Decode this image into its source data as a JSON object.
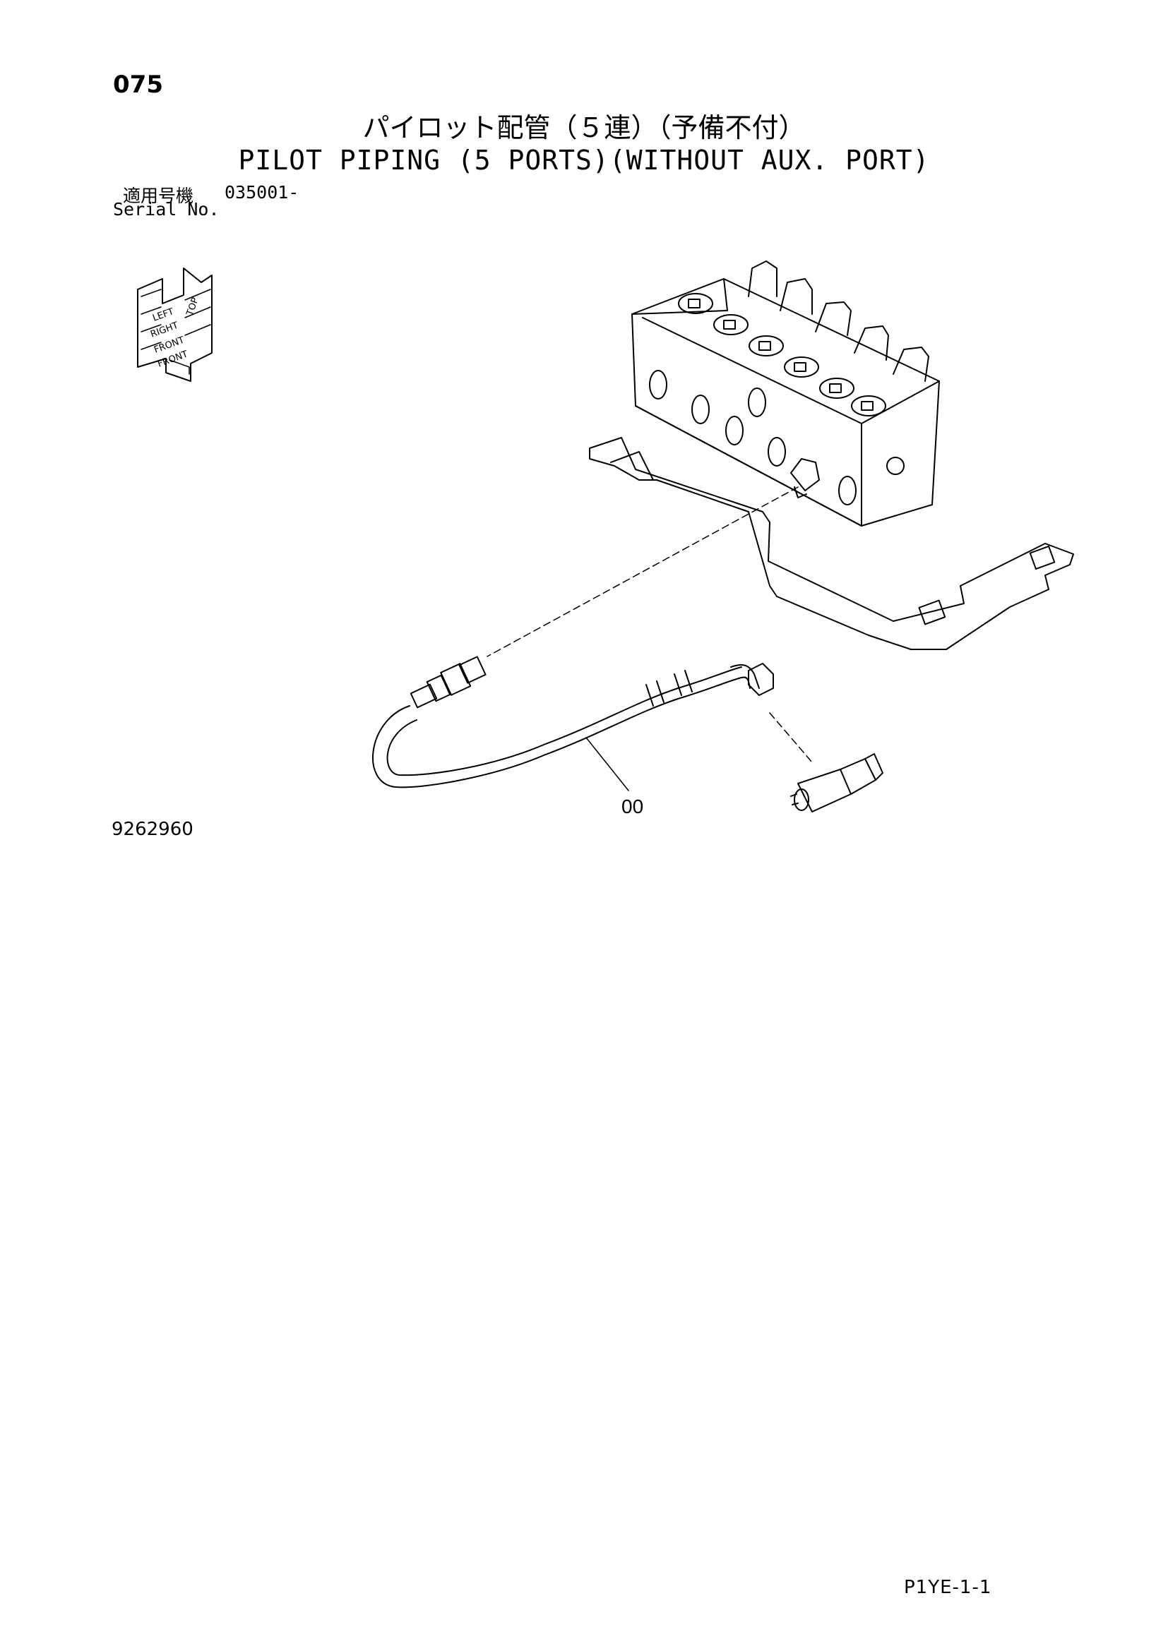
{
  "header": {
    "page_number": "075",
    "title_jp": "パイロット配管（５連）（予備不付）",
    "title_en": "PILOT PIPING (5 PORTS)(WITHOUT AUX. PORT)"
  },
  "serial": {
    "label_jp": "適用号機",
    "value": "035001-",
    "label_en": "Serial No."
  },
  "orientation_icon": {
    "labels": [
      "TOP",
      "LEFT",
      "RIGHT",
      "FRONT",
      "FRONT"
    ]
  },
  "diagram": {
    "callouts": [
      {
        "label": "00"
      }
    ]
  },
  "drawing_number": "9262960",
  "footer": {
    "code": "P1YE-1-1"
  }
}
